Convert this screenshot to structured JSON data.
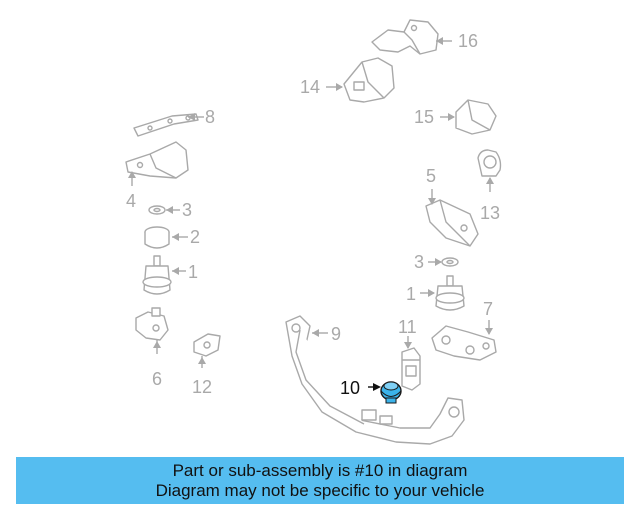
{
  "diagram": {
    "callouts": [
      {
        "id": "16",
        "label": "16"
      },
      {
        "id": "14",
        "label": "14"
      },
      {
        "id": "15",
        "label": "15"
      },
      {
        "id": "8",
        "label": "8"
      },
      {
        "id": "4",
        "label": "4"
      },
      {
        "id": "3a",
        "label": "3"
      },
      {
        "id": "2",
        "label": "2"
      },
      {
        "id": "1a",
        "label": "1"
      },
      {
        "id": "6",
        "label": "6"
      },
      {
        "id": "12",
        "label": "12"
      },
      {
        "id": "9",
        "label": "9"
      },
      {
        "id": "5",
        "label": "5"
      },
      {
        "id": "13",
        "label": "13"
      },
      {
        "id": "3b",
        "label": "3"
      },
      {
        "id": "1b",
        "label": "1"
      },
      {
        "id": "7",
        "label": "7"
      },
      {
        "id": "11",
        "label": "11"
      },
      {
        "id": "10",
        "label": "10"
      }
    ],
    "highlight_color": "#3bb3ea",
    "line_color": "#a9a9a9"
  },
  "banner": {
    "line1": "Part or sub-assembly is #10 in diagram",
    "line2": "Diagram may not be specific to your vehicle",
    "background": "#55bdf0"
  }
}
